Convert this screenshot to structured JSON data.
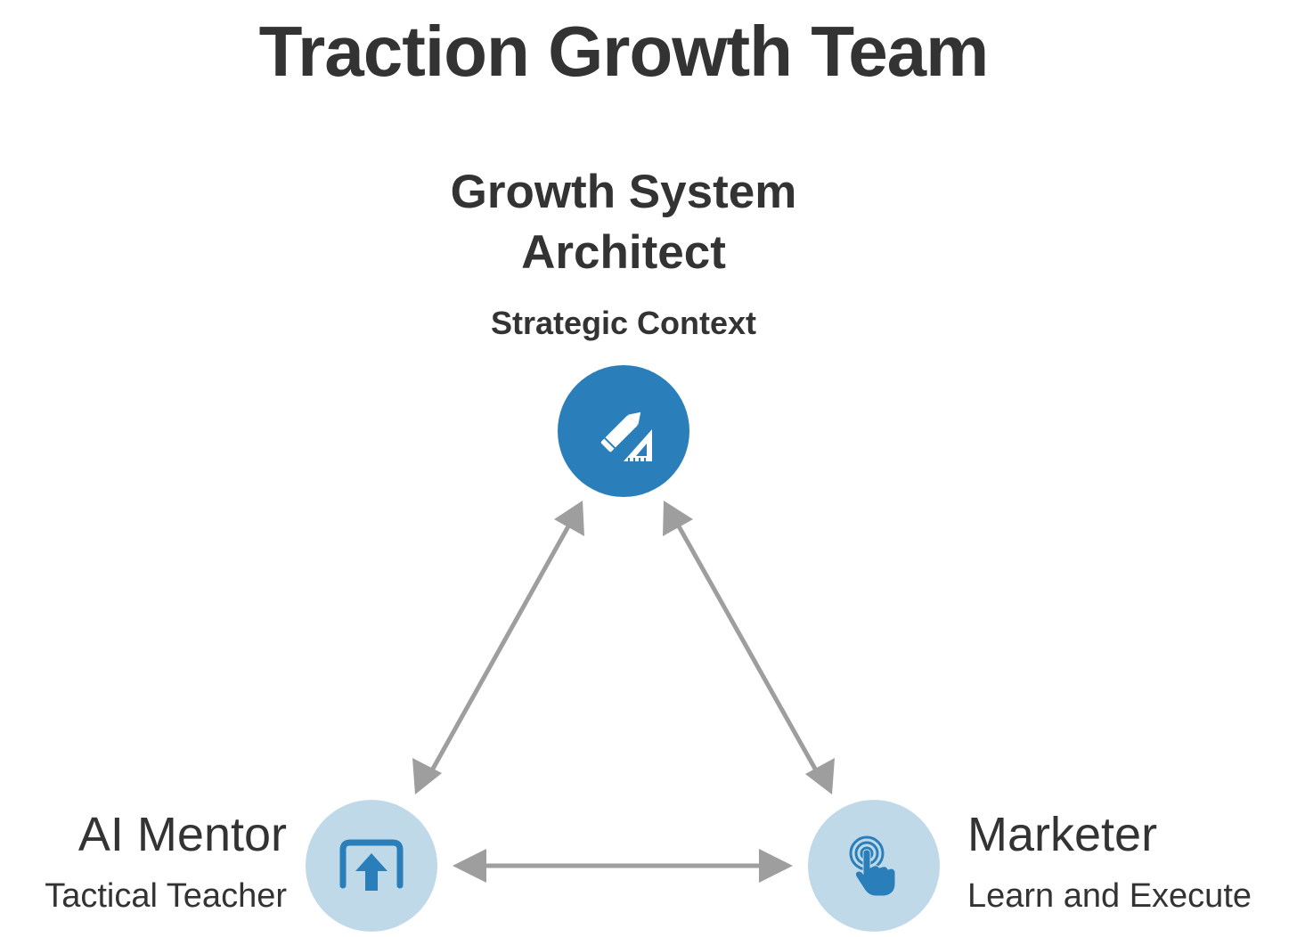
{
  "title": "Traction Growth Team",
  "nodes": {
    "architect": {
      "name_line1": "Growth System",
      "name_line2": "Architect",
      "subtitle": "Strategic Context",
      "icon": "pencil-ruler-icon",
      "color": "#2a7fba"
    },
    "mentor": {
      "name": "AI Mentor",
      "subtitle": "Tactical Teacher",
      "icon": "upload-frame-icon",
      "color": "#c0d9e9"
    },
    "marketer": {
      "name": "Marketer",
      "subtitle": "Learn and Execute",
      "icon": "touch-hand-icon",
      "color": "#c0d9e9"
    }
  },
  "connections": [
    {
      "from": "architect",
      "to": "mentor",
      "bidirectional": true
    },
    {
      "from": "architect",
      "to": "marketer",
      "bidirectional": true
    },
    {
      "from": "mentor",
      "to": "marketer",
      "bidirectional": true
    }
  ],
  "colors": {
    "arrow": "#9e9e9e",
    "text": "#333333",
    "icon_dark": "#2a7fba"
  }
}
